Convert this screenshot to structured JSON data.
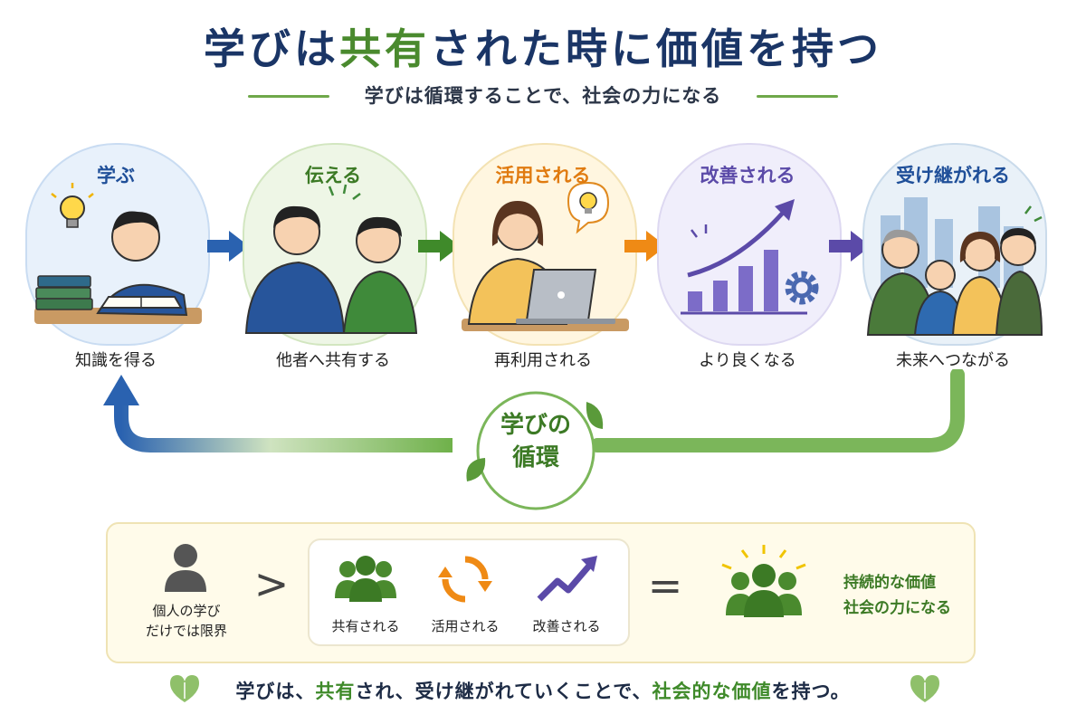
{
  "title": {
    "part1": "学び",
    "part2": "は",
    "highlight": "共有",
    "part3": "された時に価値を持つ"
  },
  "subtitle": "学びは循環することで、社会の力になる",
  "steps": [
    {
      "title": "学ぶ",
      "caption": "知識を得る",
      "color": "#1f4f99",
      "bg": "#e8f1fb"
    },
    {
      "title": "伝える",
      "caption": "他者へ共有する",
      "color": "#3c7a25",
      "bg": "#eef6e6"
    },
    {
      "title": "活用される",
      "caption": "再利用される",
      "color": "#e07b10",
      "bg": "#fff6e0"
    },
    {
      "title": "改善される",
      "caption": "より良くなる",
      "color": "#5b4aa8",
      "bg": "#f0eefb"
    },
    {
      "title": "受け継がれる",
      "caption": "未来へつながる",
      "color": "#1f4f99",
      "bg": "#e9f1f8"
    }
  ],
  "cycle": {
    "line1": "学びの",
    "line2": "循環"
  },
  "panel": {
    "individual_line1": "個人の学び",
    "individual_line2": "だけでは限界",
    "greater_than": ">",
    "items": [
      {
        "label": "共有される",
        "icon": "group-icon"
      },
      {
        "label": "活用される",
        "icon": "cycle-icon"
      },
      {
        "label": "改善される",
        "icon": "trend-up-icon"
      }
    ],
    "equals": "=",
    "result_line1": "持続的な価値",
    "result_line2": "社会の力になる"
  },
  "bottom": {
    "p1": "学びは、",
    "g1": "共有",
    "p2": "され、受け継がれていくことで、",
    "g2": "社会的な価値",
    "p3": "を持つ。"
  },
  "colors": {
    "navy": "#1a3566",
    "green": "#4a8a2e",
    "orange": "#e07b10",
    "purple": "#5b4aa8",
    "blue": "#2a62b0"
  }
}
